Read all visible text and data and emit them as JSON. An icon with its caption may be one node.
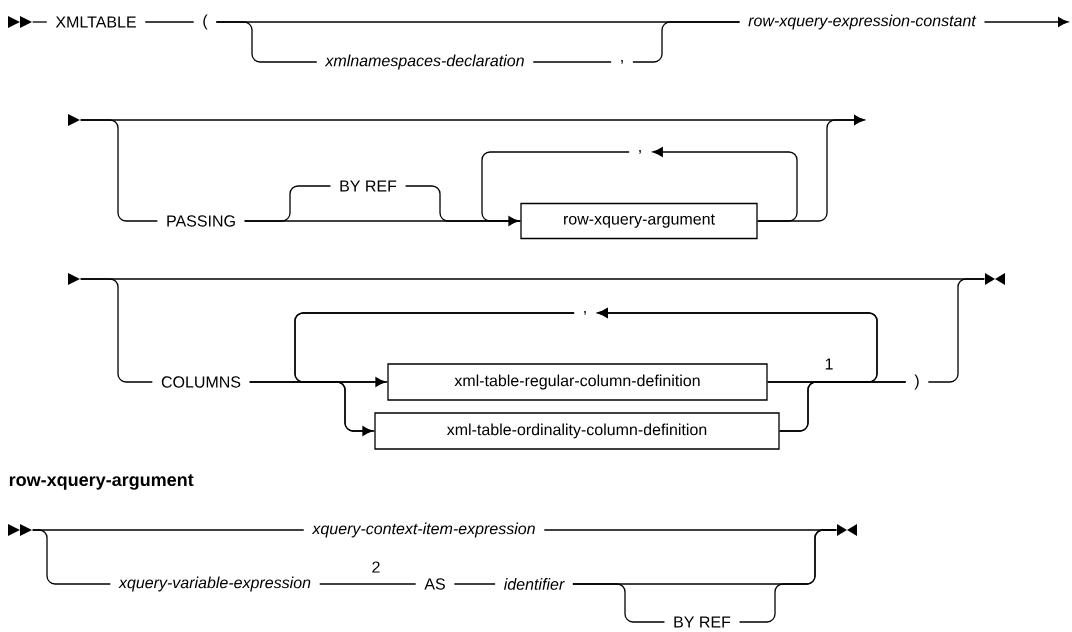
{
  "diagram": {
    "nodes": [
      {
        "text": [],
        "shape": "triangle"
      },
      {
        "text": [
          "XMLTABLE"
        ]
      },
      {
        "text": [
          "("
        ]
      },
      {
        "text": [
          "xmlnamespaces-declaration"
        ]
      },
      {
        "text": [
          ","
        ]
      },
      {
        "text": [
          "row-xquery-expression-constant"
        ]
      },
      {
        "text": [],
        "shape": "triangle"
      },
      {
        "text": [
          "PASSING"
        ]
      },
      {
        "text": [
          "BY REF"
        ]
      },
      {
        "text": [
          ","
        ]
      },
      {
        "text": [
          "row-xquery-argument"
        ]
      },
      {
        "text": [],
        "shape": "triangle"
      },
      {
        "text": [
          "COLUMNS"
        ]
      },
      {
        "text": [
          ","
        ]
      },
      {
        "text": [
          "xml-table-regular-column-definition"
        ]
      },
      {
        "text": [
          "xml-table-ordinality-column-definition"
        ]
      },
      {
        "text": [
          ")"
        ]
      },
      {
        "text": [],
        "shape": "triangle"
      },
      {
        "text": [],
        "shape": "triangle"
      },
      {
        "text": [
          "xquery-context-item-expression"
        ]
      },
      {
        "text": [
          "xquery-variable-expression"
        ]
      },
      {
        "text": [
          "AS"
        ]
      },
      {
        "text": [
          "identifier"
        ]
      },
      {
        "text": [
          "BY REF"
        ]
      },
      {
        "text": [],
        "shape": "triangle"
      }
    ],
    "edges": [
      {
        "from": 0,
        "to": 1,
        "arrow": "none"
      },
      {
        "from": 1,
        "to": 2,
        "arrow": "none"
      },
      {
        "from": 2,
        "to": 3,
        "arrow": "none"
      },
      {
        "from": 2,
        "to": 5,
        "arrow": "none"
      },
      {
        "from": 3,
        "to": 4,
        "arrow": "none"
      },
      {
        "from": 4,
        "to": 5,
        "arrow": "none"
      },
      {
        "from": 5,
        "to": null,
        "arrow": "to"
      },
      {
        "from": 6,
        "to": null,
        "arrow": "to"
      },
      {
        "from": 6,
        "to": 7,
        "arrow": "none"
      },
      {
        "from": 7,
        "to": 8,
        "arrow": "none"
      },
      {
        "from": 7,
        "to": 10,
        "arrow": "none"
      },
      {
        "from": 8,
        "to": 10,
        "arrow": "none"
      },
      {
        "from": 10,
        "to": 9,
        "arrow": "to"
      },
      {
        "from": 9,
        "to": 10,
        "arrow": "to"
      },
      {
        "from": 10,
        "to": null,
        "arrow": "to"
      },
      {
        "from": 11,
        "to": 17,
        "arrow": "none"
      },
      {
        "from": 11,
        "to": 12,
        "arrow": "none"
      },
      {
        "from": 12,
        "to": 14,
        "arrow": "none"
      },
      {
        "from": 12,
        "to": 15,
        "arrow": "none"
      },
      {
        "from": 14,
        "to": 16,
        "arrow": "none",
        "label": "1"
      },
      {
        "from": 15,
        "to": 16,
        "arrow": "none"
      },
      {
        "from": 14,
        "to": 13,
        "arrow": "to"
      },
      {
        "from": 15,
        "to": 13,
        "arrow": "to"
      },
      {
        "from": 13,
        "to": 14,
        "arrow": "to"
      },
      {
        "from": 13,
        "to": 15,
        "arrow": "to"
      },
      {
        "from": 16,
        "to": 17,
        "arrow": "none"
      },
      {
        "from": 18,
        "to": 19,
        "arrow": "none"
      },
      {
        "from": 18,
        "to": 20,
        "arrow": "none"
      },
      {
        "from": 19,
        "to": 24,
        "arrow": "none"
      },
      {
        "from": 20,
        "to": 21,
        "arrow": "none",
        "label": "2"
      },
      {
        "from": 21,
        "to": 22,
        "arrow": "none"
      },
      {
        "from": 22,
        "to": 24,
        "arrow": "none"
      },
      {
        "from": 22,
        "to": 23,
        "arrow": "none"
      },
      {
        "from": 23,
        "to": 24,
        "arrow": "none"
      }
    ],
    "labels": [
      "row-xquery-argument"
    ]
  }
}
